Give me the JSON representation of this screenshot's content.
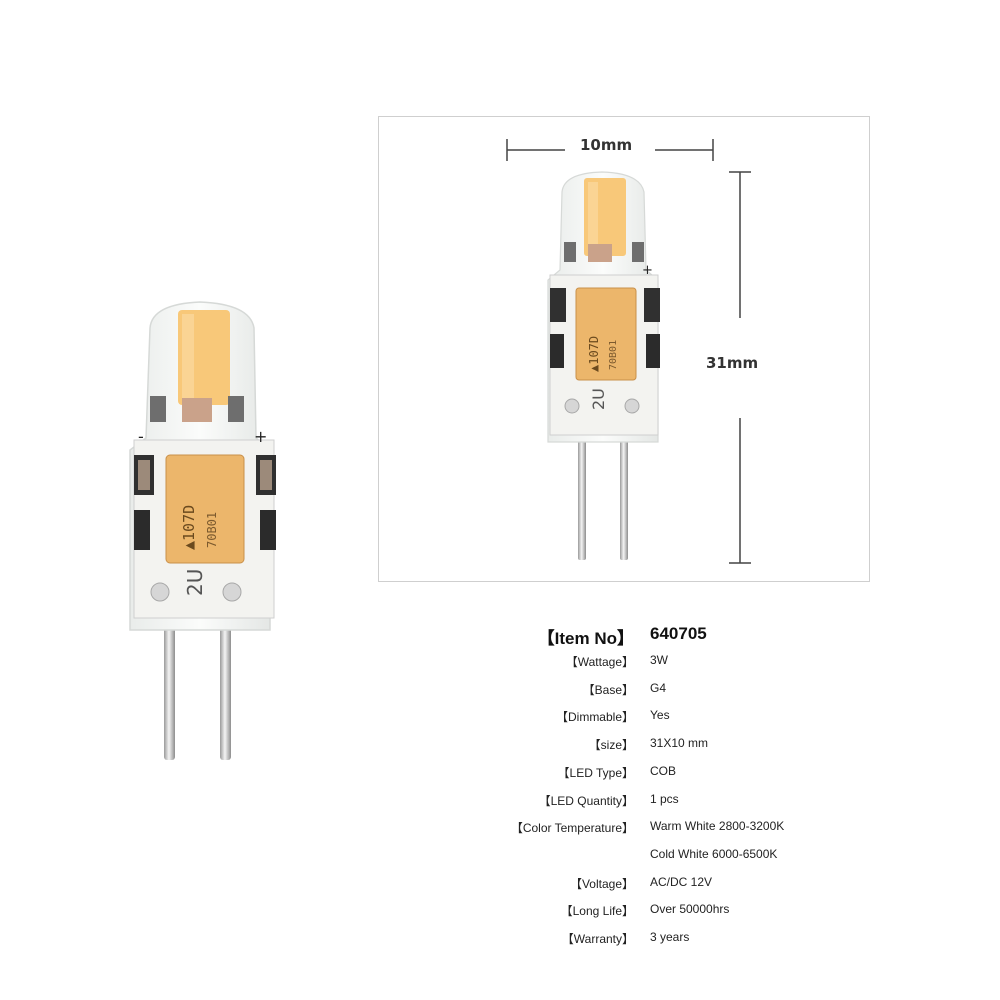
{
  "dimensions": {
    "width_label": "10mm",
    "height_label": "31mm"
  },
  "bulb": {
    "chip_line1": "▲107D",
    "chip_line2": "70B01",
    "board_mark": "2U",
    "plus_sign": "+",
    "minus_sign": "-"
  },
  "specs": {
    "item_no": {
      "label": "【Item No】",
      "value": "640705"
    },
    "rows": [
      {
        "label": "【Wattage】",
        "value": "3W"
      },
      {
        "label": "【Base】",
        "value": "G4"
      },
      {
        "label": "【Dimmable】",
        "value": "Yes"
      },
      {
        "label": "【size】",
        "value": "31X10 mm"
      },
      {
        "label": "【LED Type】",
        "value": "COB"
      },
      {
        "label": "【LED Quantity】",
        "value": "1 pcs"
      },
      {
        "label": "【Color Temperature】",
        "value": "Warm White 2800-3200K"
      },
      {
        "label": "",
        "value": "Cold White 6000-6500K"
      },
      {
        "label": "【Voltage】",
        "value": "AC/DC 12V"
      },
      {
        "label": "【Long Life】",
        "value": "Over 50000hrs"
      },
      {
        "label": "【Warranty】",
        "value": "3 years"
      }
    ]
  },
  "colors": {
    "led_warm": "#f8c879",
    "capacitor": "#ecb66b",
    "pins": "#c8c8c8"
  }
}
